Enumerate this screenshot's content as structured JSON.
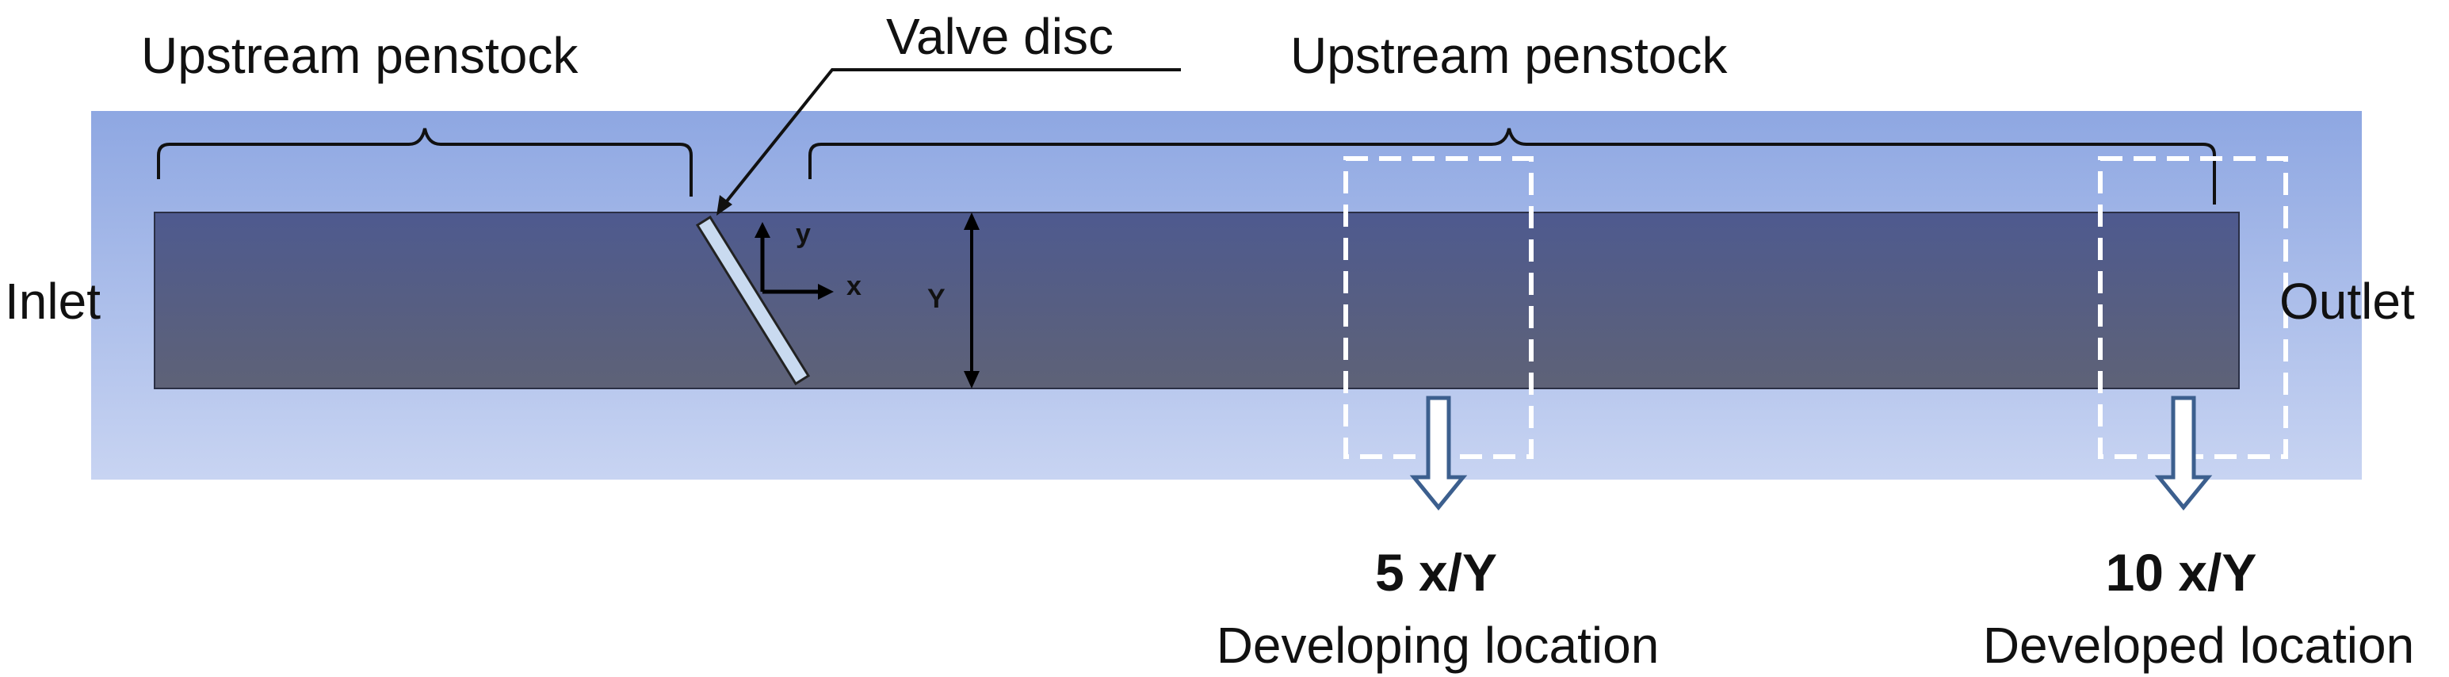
{
  "labels": {
    "upstream_left": "Upstream penstock",
    "valve_disc": "Valve disc",
    "upstream_right": "Upstream penstock",
    "inlet": "Inlet",
    "outlet": "Outlet",
    "axis_x": "x",
    "axis_y": "y",
    "height_label": "Y"
  },
  "locations": [
    {
      "value": "5 x/Y",
      "description": "Developing location"
    },
    {
      "value": "10 x/Y",
      "description": "Developed location"
    }
  ],
  "colors": {
    "domain_top": "#8ea7e2",
    "domain_bottom": "#c8d4f2",
    "pipe_top": "#4e5a8f",
    "pipe_bottom": "#5e6277",
    "valve_fill": "#c9daf0",
    "dashed_box": "#ffffff",
    "arrow_stroke": "#3c5f8e"
  }
}
